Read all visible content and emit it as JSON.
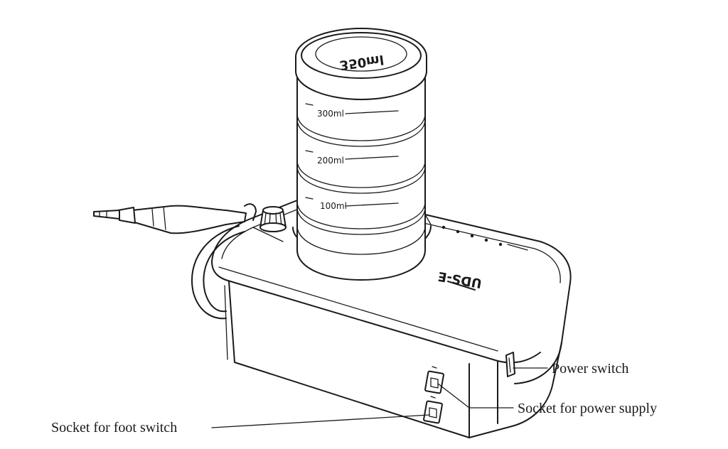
{
  "bottle": {
    "cap_marking": "350ml",
    "scale_marks": [
      "300ml",
      "200ml",
      "100ml"
    ]
  },
  "device": {
    "model_marking": "UDS-E"
  },
  "callouts": {
    "power_switch": "Power switch",
    "power_socket": "Socket for power supply",
    "foot_socket": "Socket for foot switch"
  }
}
